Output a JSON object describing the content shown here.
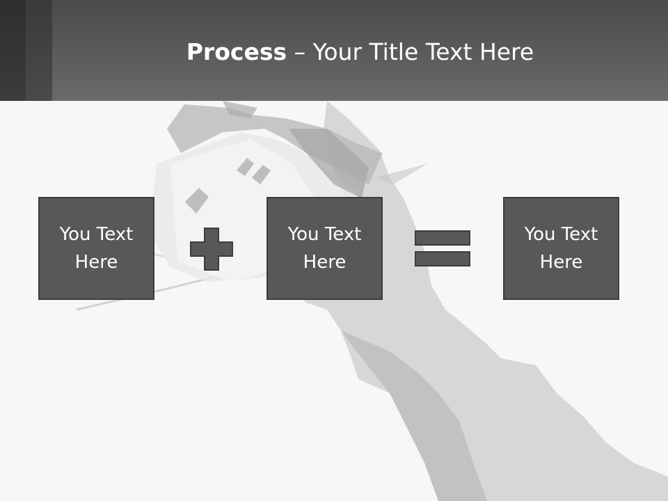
{
  "slide": {
    "title_bold": "Process",
    "title_rest": " – Your Title Text Here"
  },
  "process": {
    "boxes": [
      {
        "label": "You Text Here"
      },
      {
        "label": "You Text Here"
      },
      {
        "label": "You Text Here"
      }
    ],
    "operator_icons": [
      "plus-icon",
      "equals-icon"
    ]
  },
  "colors": {
    "header_top": "#4a4a4a",
    "header_bottom": "#6a6a6a",
    "box_fill": "#585858",
    "box_border": "#3c3c3c",
    "background": "#f7f7f7",
    "text": "#ffffff"
  }
}
